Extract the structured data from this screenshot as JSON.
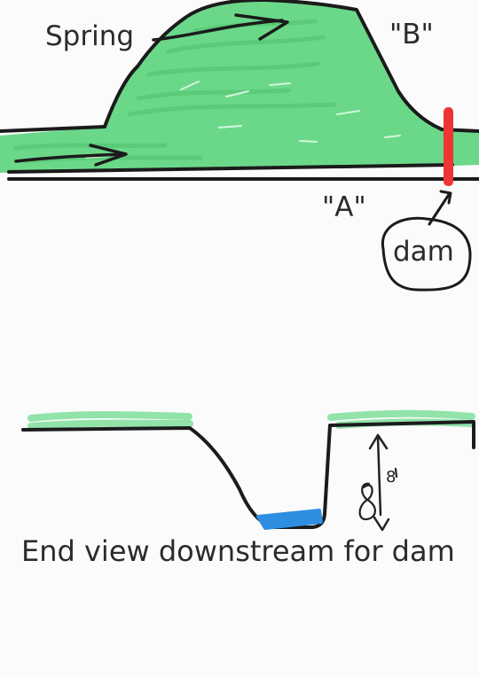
{
  "diagram": {
    "top_view": {
      "labels": {
        "spring": "Spring",
        "point_b": "\"B\"",
        "point_a": "\"A\"",
        "dam": "dam"
      },
      "colors": {
        "water": "#6bd889",
        "dam": "#ef3434",
        "ink": "#1b1b1b"
      }
    },
    "end_view": {
      "caption": "End view downstream for dam",
      "colors": {
        "grass": "#91e3aa",
        "water": "#2d8ee2",
        "ink": "#1b1b1b"
      },
      "annotation_mark": "8"
    }
  }
}
